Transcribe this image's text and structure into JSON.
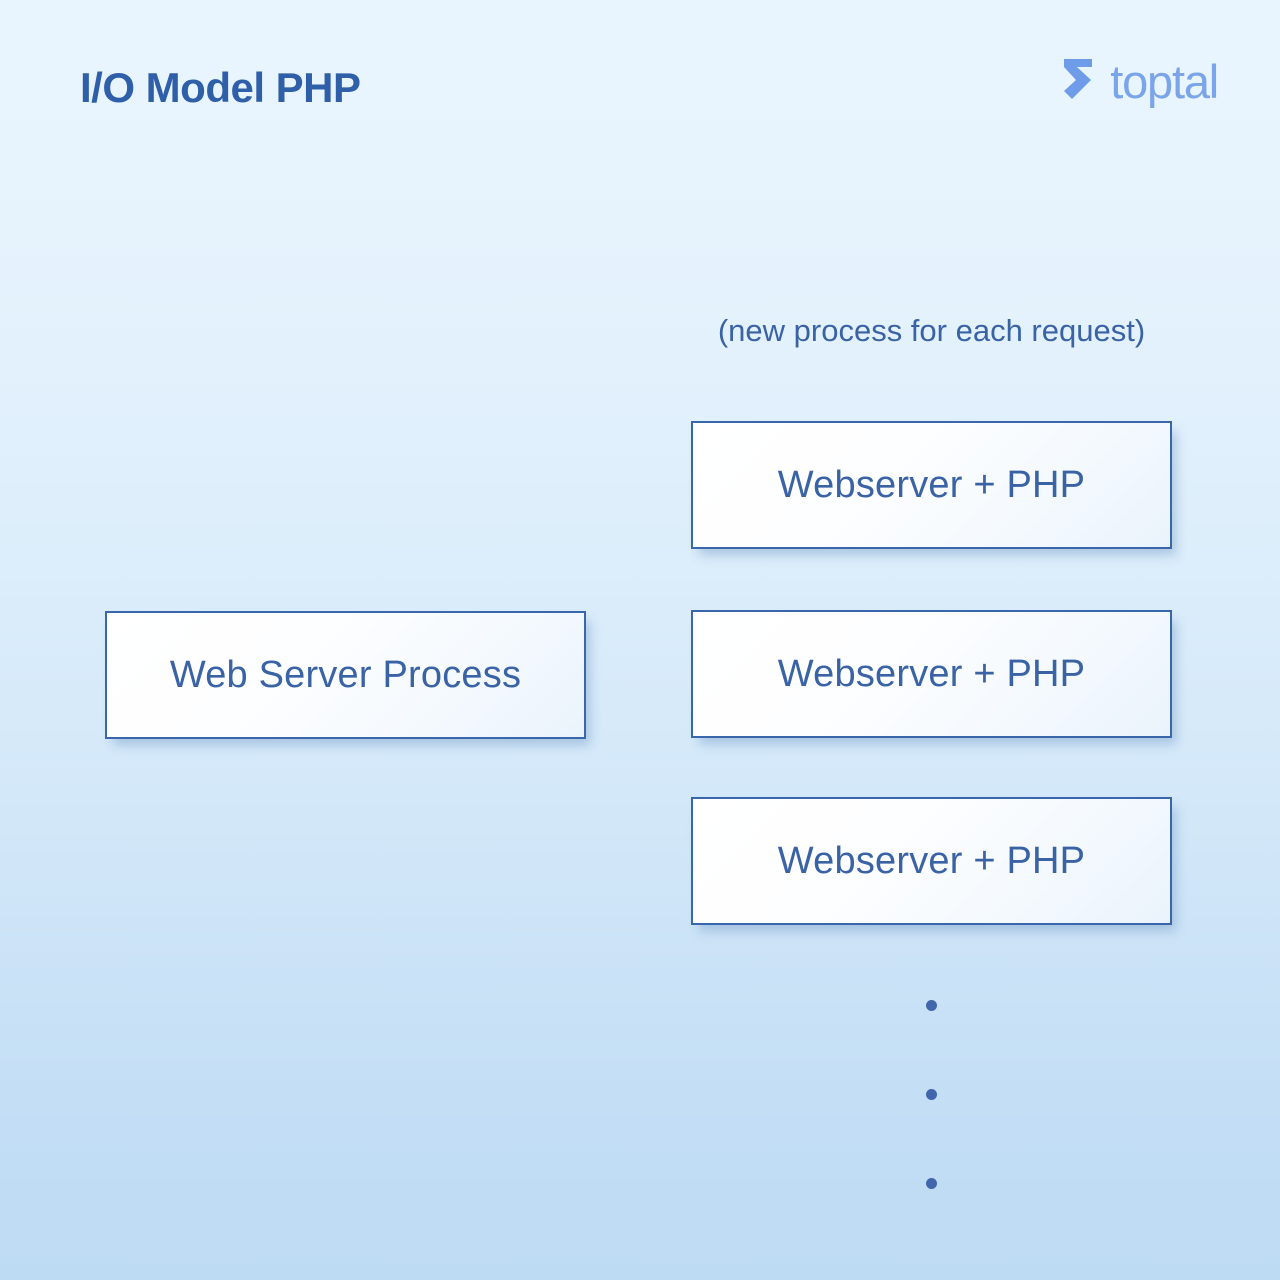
{
  "header": {
    "title": "I/O Model PHP",
    "brand": {
      "wordmark": "toptal",
      "mark_icon": "toptal-chevron-icon",
      "mark_color": "#6f9ce8",
      "word_color": "#7aa5ea"
    },
    "title_color": "#2f5fa8"
  },
  "diagram": {
    "caption": "(new process for each request)",
    "left_node": {
      "label": "Web Server Process"
    },
    "right_nodes": [
      {
        "label": "Webserver + PHP"
      },
      {
        "label": "Webserver + PHP"
      },
      {
        "label": "Webserver + PHP"
      }
    ],
    "continuation": {
      "icon": "vertical-ellipsis-icon",
      "dot_count": 3
    },
    "colors": {
      "node_border": "#3a67ab",
      "node_text": "#3a63a6",
      "background_top": "#e9f5fe",
      "background_bottom": "#bedbf4"
    }
  }
}
